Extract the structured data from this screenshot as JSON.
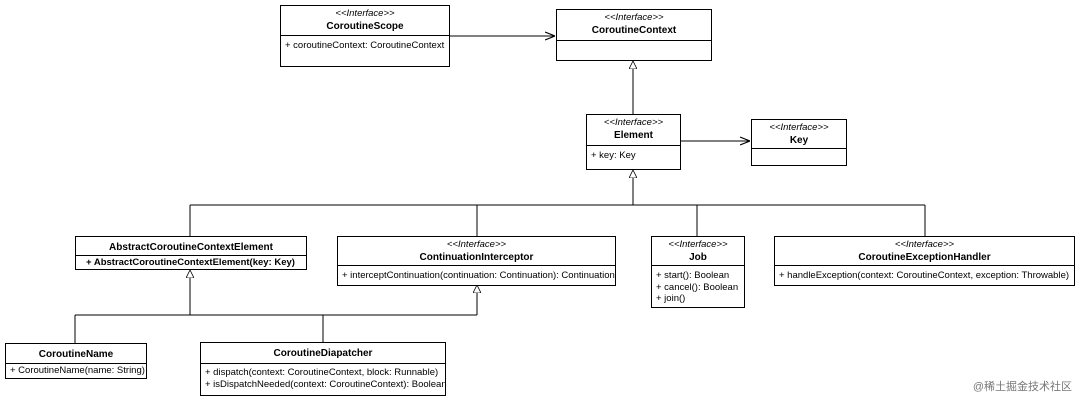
{
  "classes": {
    "coroutine_scope": {
      "stereotype": "<<Interface>>",
      "name": "CoroutineScope",
      "members": [
        "+ coroutineContext: CoroutineContext"
      ]
    },
    "coroutine_context": {
      "stereotype": "<<Interface>>",
      "name": "CoroutineContext",
      "members": []
    },
    "element": {
      "stereotype": "<<Interface>>",
      "name": "Element",
      "members": [
        "+ key: Key"
      ]
    },
    "key": {
      "stereotype": "<<Interface>>",
      "name": "Key",
      "members": []
    },
    "abstract_coroutine_context_element": {
      "stereotype": "",
      "name": "AbstractCoroutineContextElement",
      "members": [
        "+ AbstractCoroutineContextElement(key: Key)"
      ]
    },
    "continuation_interceptor": {
      "stereotype": "<<Interface>>",
      "name": "ContinuationInterceptor",
      "members": [
        "+ interceptContinuation(continuation: Continuation): Continuation"
      ]
    },
    "job": {
      "stereotype": "<<Interface>>",
      "name": "Job",
      "members": [
        "+ start(): Boolean",
        "+ cancel(): Boolean",
        "+ join()"
      ]
    },
    "coroutine_exception_handler": {
      "stereotype": "<<Interface>>",
      "name": "CoroutineExceptionHandler",
      "members": [
        "+ handleException(context: CoroutineContext, exception: Throwable)"
      ]
    },
    "coroutine_name": {
      "stereotype": "",
      "name": "CoroutineName",
      "members": [
        "+ CoroutineName(name: String)"
      ]
    },
    "coroutine_diapatcher": {
      "stereotype": "",
      "name": "CoroutineDiapatcher",
      "members": [
        "+ dispatch(context: CoroutineContext, block: Runnable)",
        "+ isDispatchNeeded(context: CoroutineContext): Boolean"
      ]
    }
  },
  "watermark": "@稀土掘金技术社区",
  "colors": {
    "line": "#000000",
    "background": "#ffffff"
  }
}
